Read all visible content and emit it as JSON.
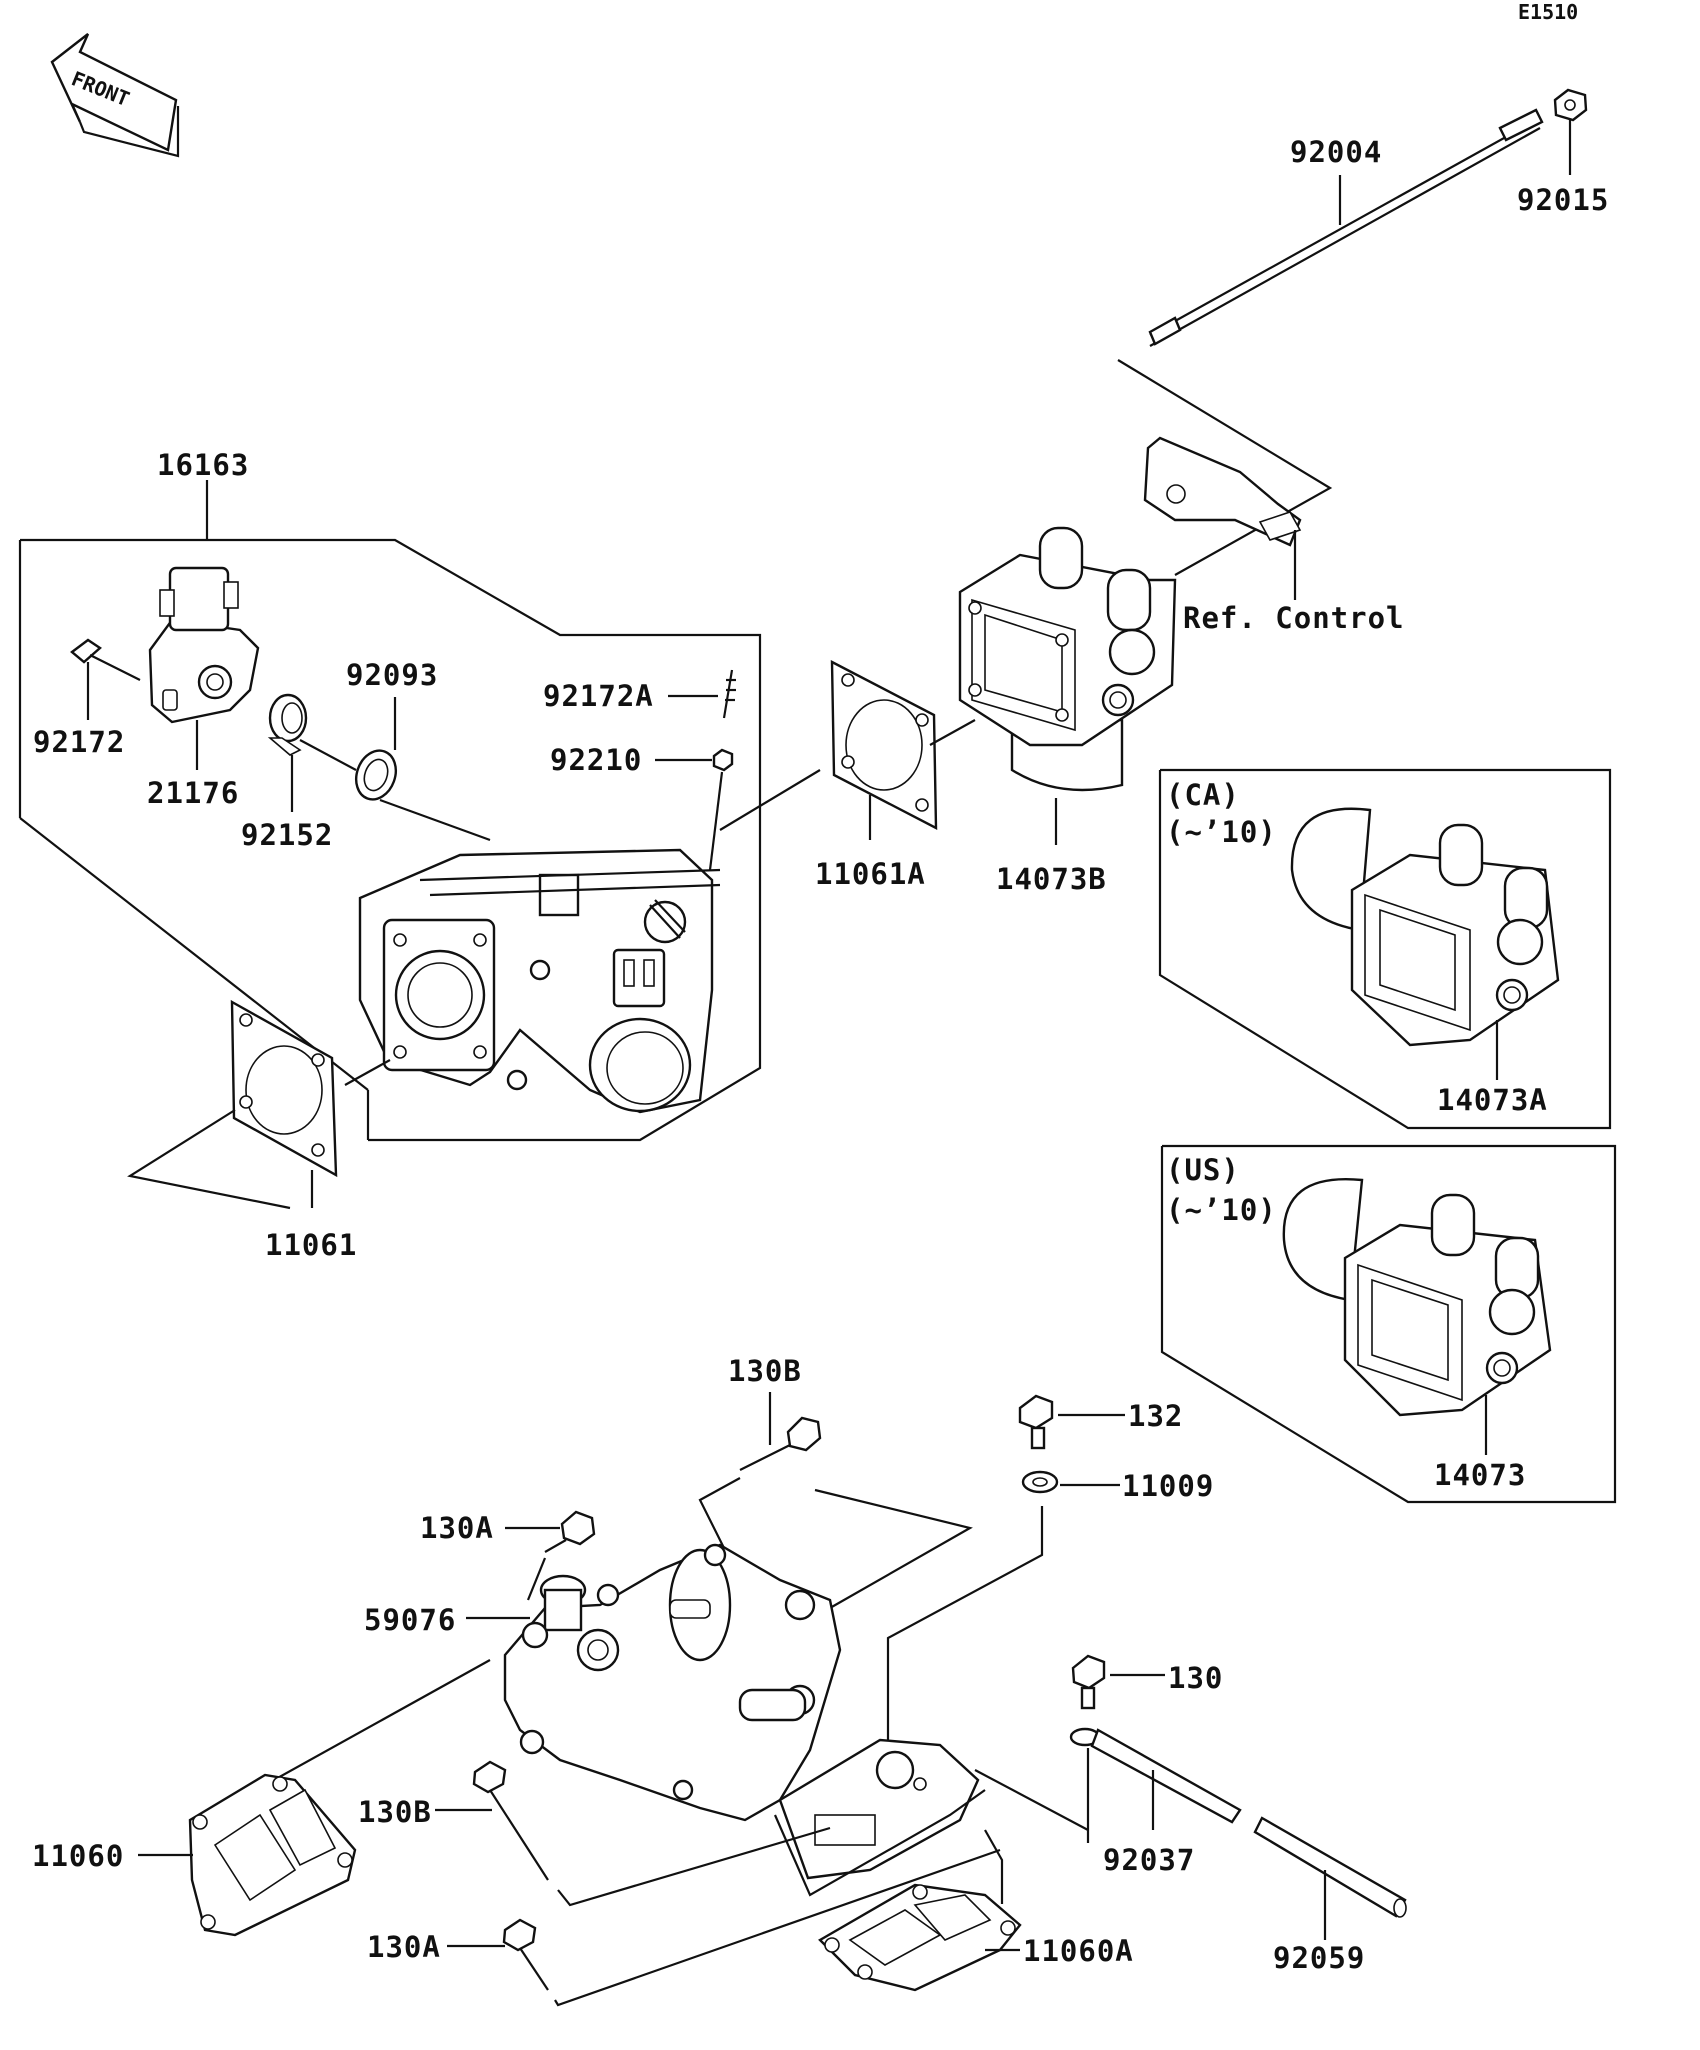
{
  "diagram_code": "E1510",
  "front_label": "FRONT",
  "parts": {
    "p92004": "92004",
    "p92015": "92015",
    "p16163": "16163",
    "p92172": "92172",
    "p21176": "21176",
    "p92152": "92152",
    "p92093": "92093",
    "p92172A": "92172A",
    "p92210": "92210",
    "p11061A": "11061A",
    "p14073B": "14073B",
    "p11061": "11061",
    "p14073A": "14073A",
    "p14073": "14073",
    "p130B_top": "130B",
    "p132": "132",
    "p11009": "11009",
    "p130A_top": "130A",
    "p59076": "59076",
    "p130": "130",
    "p11060": "11060",
    "p130B_bottom": "130B",
    "p92037": "92037",
    "p130A_bottom": "130A",
    "p11060A": "11060A",
    "p92059": "92059"
  },
  "reference": "Ref. Control",
  "variants": {
    "ca": {
      "region": "(CA)",
      "years": "(~’10)"
    },
    "us": {
      "region": "(US)",
      "years": "(~’10)"
    }
  }
}
